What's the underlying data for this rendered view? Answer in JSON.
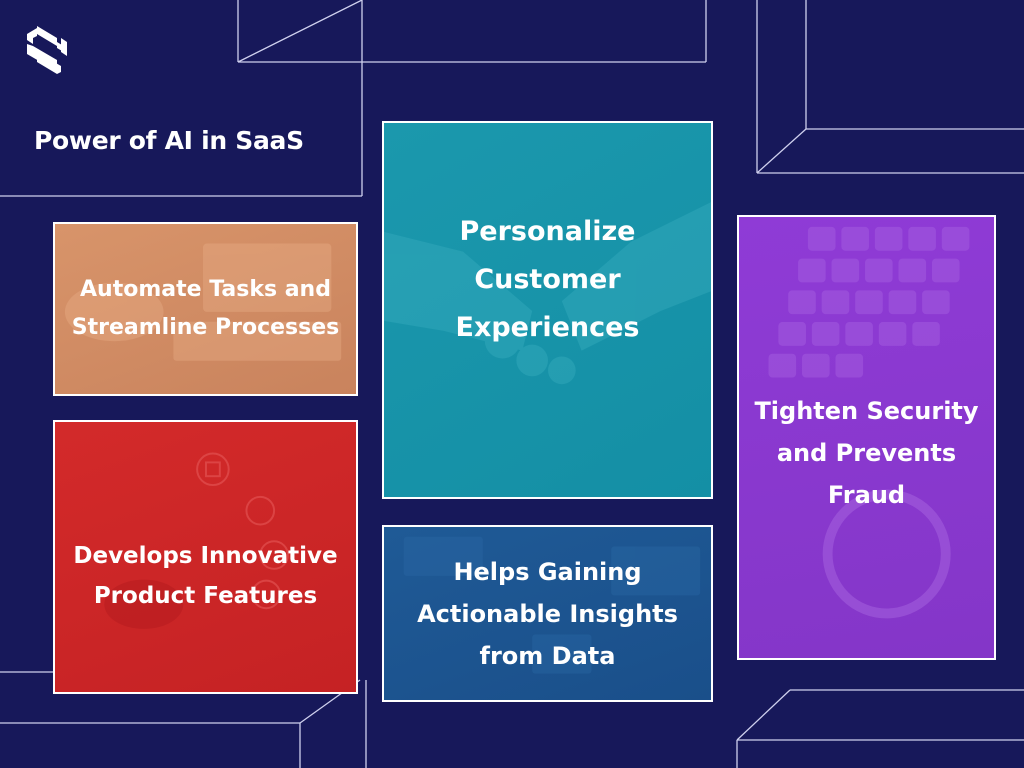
{
  "title": "Power of AI in SaaS",
  "icons": {
    "logo": "brand-s-logo-icon"
  },
  "colors": {
    "background": "#17185a",
    "card_orange": "#d28d65",
    "card_teal": "#1a96ab",
    "card_purple": "#8a39d0",
    "card_red": "#cd2628",
    "card_blue": "#1d5690"
  },
  "cards": [
    {
      "label": "Automate Tasks and Streamline Processes"
    },
    {
      "label": "Personalize Customer Experiences"
    },
    {
      "label": "Tighten Security and Prevents Fraud"
    },
    {
      "label": "Develops Innovative Product Features"
    },
    {
      "label": "Helps Gaining Actionable Insights from Data"
    }
  ]
}
